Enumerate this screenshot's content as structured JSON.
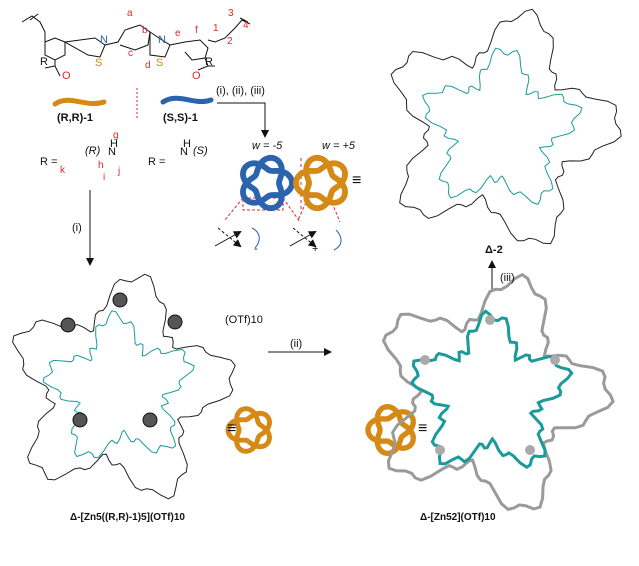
{
  "ligand": {
    "atom_labels": [
      "a",
      "b",
      "c",
      "d",
      "e",
      "f",
      "1",
      "2",
      "3",
      "4"
    ],
    "R_label": "R",
    "N_label": "N",
    "S_label": "S",
    "O_label": "O"
  },
  "enantiomers": {
    "rr": "(R,R)-1",
    "ss": "(S,S)-1"
  },
  "substituents": {
    "rr": {
      "prefix": "R =",
      "stereo": "(R)",
      "labels": [
        "g",
        "h",
        "i",
        "j",
        "k"
      ],
      "H": "H",
      "N": "N"
    },
    "ss": {
      "prefix": "R =",
      "stereo": "(S)",
      "H": "H",
      "N": "N"
    }
  },
  "steps": {
    "all": "(i), (ii), (iii)",
    "i": "(i)",
    "ii": "(ii)",
    "iii": "(iii)"
  },
  "knots": {
    "left": {
      "writhe": "w = -5",
      "sign": "-",
      "color": "#2b63ae"
    },
    "right": {
      "writhe": "w = +5",
      "sign": "+",
      "color": "#d68a16"
    },
    "equiv": "≡"
  },
  "products": {
    "delta2": "Δ-2",
    "complex_left": "Δ-[Zn5((R,R)-1)5](OTf)10",
    "complex_right": "Δ-[Zn52](OTf)10",
    "counterion": "(OTf)10"
  },
  "colors": {
    "red": "#e0262b",
    "blue": "#2b63ae",
    "gold": "#d68a16",
    "teal": "#1a9a9a"
  }
}
